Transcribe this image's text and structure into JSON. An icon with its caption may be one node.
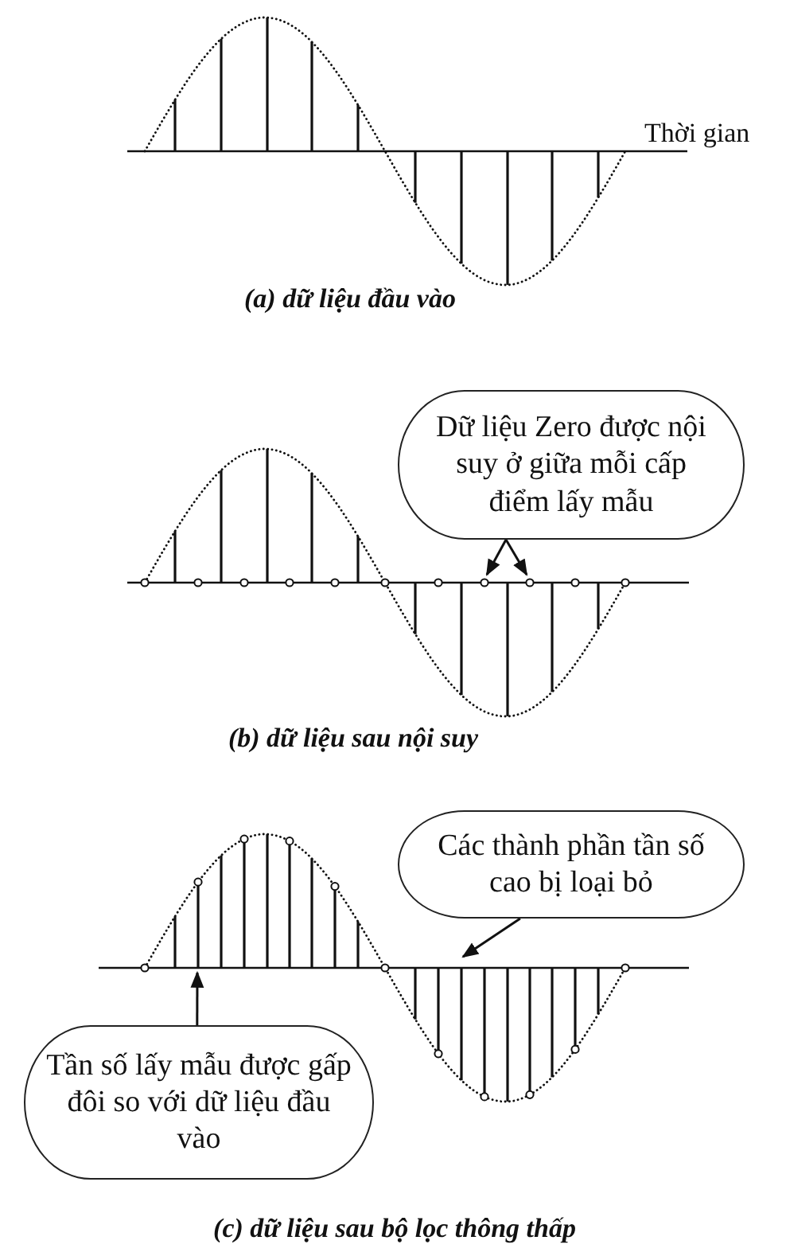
{
  "diagram": {
    "nodes": [
      {
        "text": [
          "Dữ liệu Zero được nội suy ở giữa mỗi cấp điểm lấy mẫu"
        ]
      },
      {
        "text": [
          "Các thành phần tần số cao bị loại bỏ"
        ]
      },
      {
        "text": [
          "Tần số lấy mẫu được gấp đôi so với dữ liệu đầu vào"
        ]
      }
    ],
    "edges": [
      {
        "from": 0,
        "to": null,
        "arrow": "to"
      },
      {
        "from": 0,
        "to": null,
        "arrow": "to"
      },
      {
        "from": 1,
        "to": null,
        "arrow": "to"
      },
      {
        "from": 2,
        "to": null,
        "arrow": "to"
      }
    ],
    "labels": [
      "Thời gian",
      "(a) dữ liệu đầu vào",
      "(b) dữ liệu sau nội suy",
      "(c) dữ liệu sau bộ lọc thông thấp"
    ]
  }
}
